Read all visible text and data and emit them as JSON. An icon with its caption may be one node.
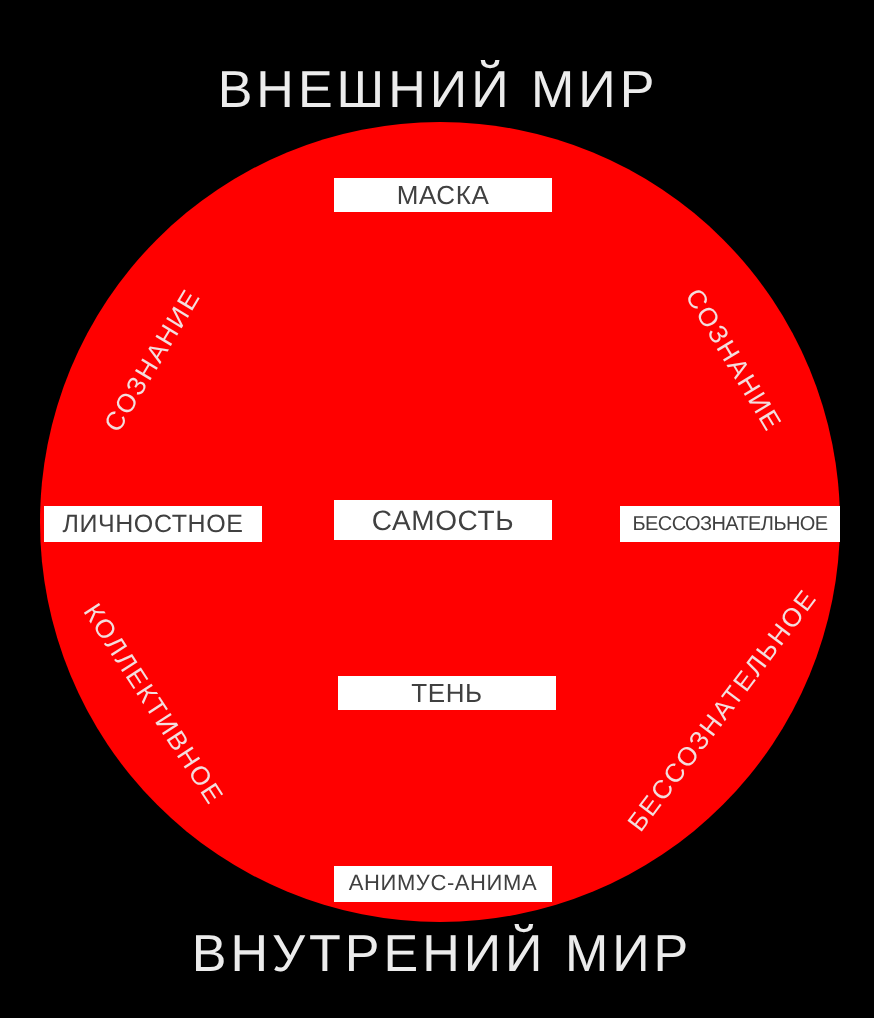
{
  "diagram": {
    "nodes": [
      {
        "text": [],
        "shape": "circle"
      },
      {
        "text": [
          "МАСКА"
        ],
        "in": 0
      },
      {
        "text": [
          "ЛИЧНОСТНОЕ"
        ],
        "in": 0
      },
      {
        "text": [
          "САМОСТЬ"
        ],
        "in": 0
      },
      {
        "text": [
          "БЕССОЗНАТЕЛЬНОЕ"
        ],
        "in": 0
      },
      {
        "text": [
          "ТЕНЬ"
        ],
        "in": 0
      },
      {
        "text": [
          "АНИМУС-АНИМА"
        ],
        "in": 0
      }
    ],
    "labels": [
      "ВНЕШНИЙ МИР",
      "СОЗНАНИЕ",
      "СОЗНАНИЕ",
      "КОЛЛЕКТИВНОЕ",
      "БЕССОЗНАТЕЛЬНОЕ",
      "ВНУТРЕНИЙ МИР"
    ]
  }
}
